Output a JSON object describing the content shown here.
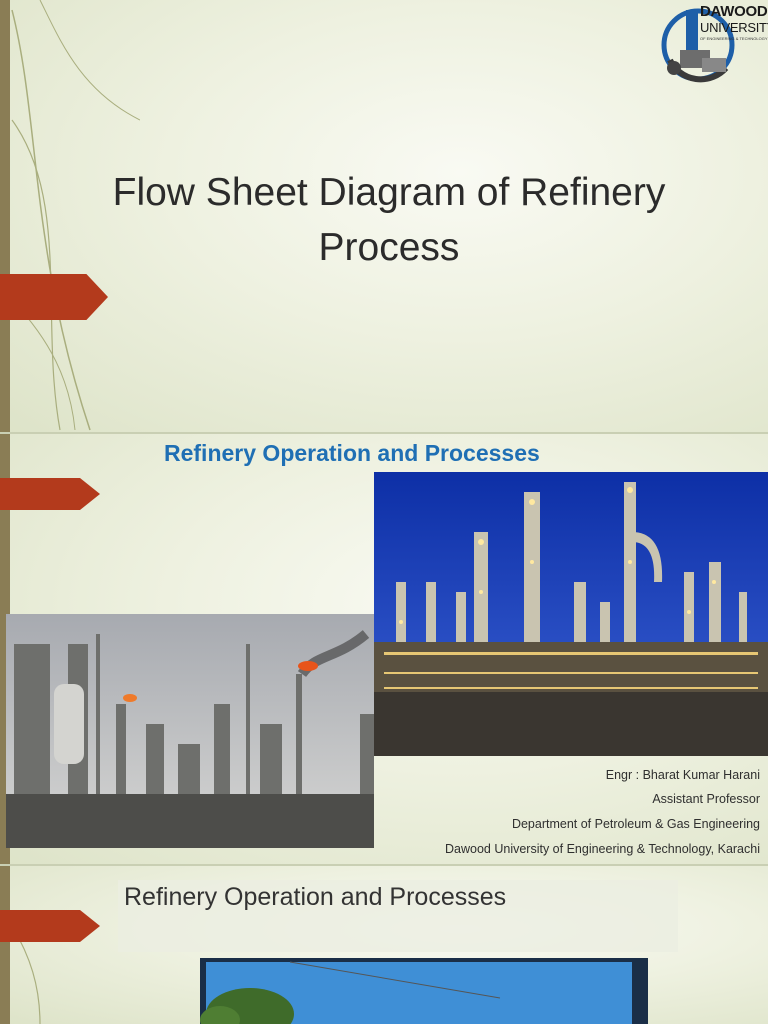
{
  "slide1": {
    "title_line1": "Flow Sheet Diagram of Refinery",
    "title_line2": "Process",
    "logo_line1": "DAWOOD",
    "logo_line2": "UNIVERSITY",
    "logo_line3": "OF ENGINEERING & TECHNOLOGY"
  },
  "slide2": {
    "heading": "Refinery Operation and Processes",
    "author_name": "Engr : Bharat Kumar Harani",
    "author_title": "Assistant Professor",
    "department": "Department of Petroleum & Gas Engineering",
    "institution": "Dawood University of Engineering & Technology, Karachi"
  },
  "slide3": {
    "heading": "Refinery Operation and Processes"
  },
  "colors": {
    "accent_red": "#b33a1c",
    "heading_blue": "#1f6fb4",
    "background": "#eef1e0"
  }
}
